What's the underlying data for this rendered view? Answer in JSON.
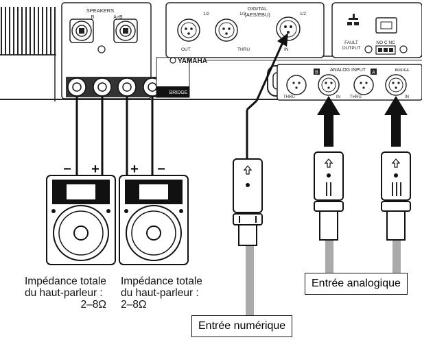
{
  "panel": {
    "speakers_title": "SPEAKERS",
    "digital_title": "DIGITAL",
    "digital_subtitle": "(AES/EBU)",
    "brand": "YAMAHA",
    "analog_title": "ANALOG INPUT",
    "bridge_label": "BRIDGE",
    "fault_line1": "FAULT",
    "fault_line2": "OUTPUT",
    "relay_label": "NO C NC",
    "ch_b": "B",
    "ch_a": "A",
    "ch_ab": "A+B",
    "out_label": "OUT",
    "thru_label": "THRU",
    "in_label": "IN",
    "half_label": "1/2"
  },
  "speakers": {
    "left": {
      "minus_label": "−",
      "plus_label": "+",
      "caption_line1": "Impédance totale",
      "caption_line2": "du haut-parleur :",
      "caption_line3": "2–8Ω"
    },
    "right": {
      "plus_label": "+",
      "minus_label": "−",
      "caption_line1": "Impédance totale",
      "caption_line2": "du haut-parleur :",
      "caption_line3": "2–8Ω"
    }
  },
  "callouts": {
    "digital": "Entrée numérique",
    "analog": "Entrée analogique"
  }
}
